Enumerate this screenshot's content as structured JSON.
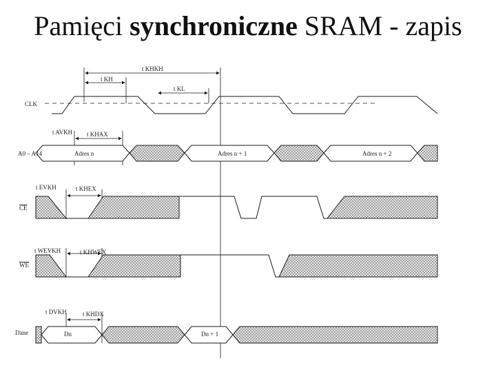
{
  "title": {
    "part1": "Pamięci ",
    "part2": "synchroniczne",
    "part3": " SRAM - zapis"
  },
  "signals": {
    "clk": "CLK",
    "addr": "A0 – A14",
    "ce": "CE",
    "we": "WE",
    "data": "Dane"
  },
  "bus_labels": {
    "addr_n": "Adres n",
    "addr_n1": "Adres n + 1",
    "addr_n2": "Adres n + 2",
    "d_n": "Dn",
    "d_n1": "Dn + 1"
  },
  "timings": {
    "t_kmik": "t KHKH",
    "t_kh": "t KH",
    "t_kl": "t KL",
    "t_avkh": "t AVKH",
    "t_khax": "t KHAX",
    "t_evkh": "t EVKH",
    "t_khex": "t KHEX",
    "t_wevkh": "t WEVKH",
    "t_khwex": "t KHWEX",
    "t_dvkh": "t DVKH",
    "t_khdx": "t KHDX"
  },
  "colors": {
    "line": "#1a1a1a",
    "hatch": "#888888"
  }
}
